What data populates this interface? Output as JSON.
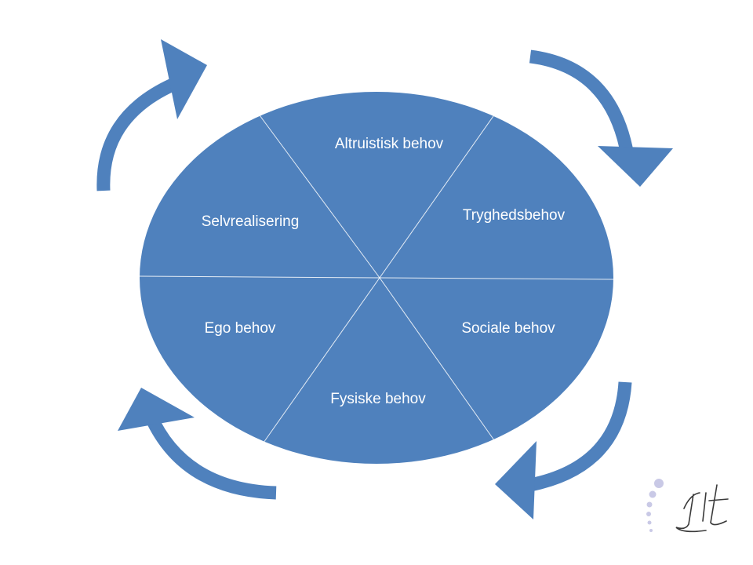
{
  "segments": [
    {
      "id": "altruistisk",
      "label": "Altruistisk behov"
    },
    {
      "id": "tryghed",
      "label": "Tryghedsbehov"
    },
    {
      "id": "sociale",
      "label": "Sociale behov"
    },
    {
      "id": "fysiske",
      "label": "Fysiske behov"
    },
    {
      "id": "ego",
      "label": "Ego behov"
    },
    {
      "id": "selvrealisering",
      "label": "Selvrealisering"
    }
  ],
  "colors": {
    "fill": "#4f81bd",
    "divider": "#ffffff",
    "label": "#ffffff",
    "logo_dots": "#c9c9e6",
    "logo_ink": "#3a3a3a"
  },
  "icons": {
    "cycle_arrows": "curved-arrow-icon",
    "logo": "handwritten-monogram-logo"
  }
}
